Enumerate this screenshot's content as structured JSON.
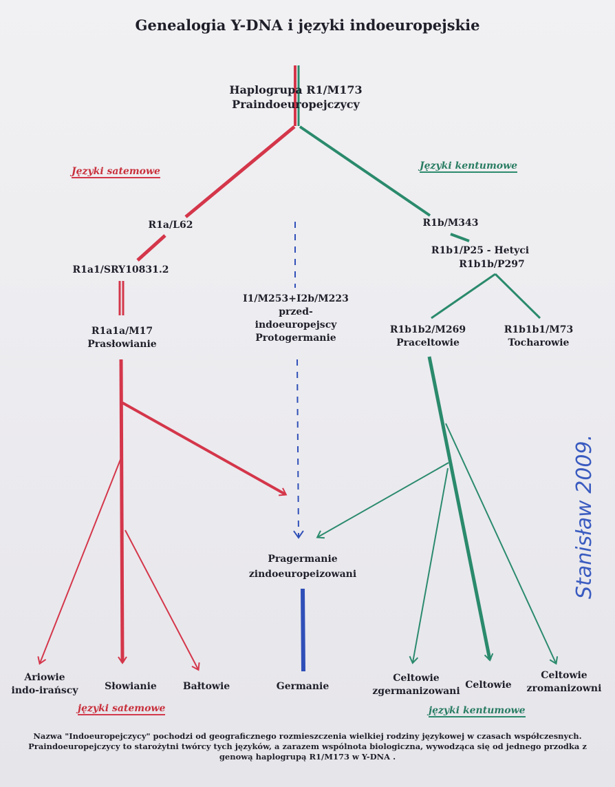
{
  "title": "Genealogia Y-DNA i języki indoeuropejskie",
  "colors": {
    "satem": "#d4364a",
    "kentum": "#2a8a6c",
    "pre": "#2f4fb8",
    "signature": "#3a5bc0"
  },
  "root": {
    "line1": "Haplogrupa   R1/M173",
    "line2": "Praindoeuropejczycy"
  },
  "branches": {
    "satem_label": "Języki satemowe",
    "kentum_label": "Języki kentumowe"
  },
  "nodes": {
    "r1a": "R1a/L62",
    "r1a1": "R1a1/SRY10831.2",
    "r1a1a": {
      "line1": "R1a1a/M17",
      "line2": "Prasłowianie"
    },
    "i1": {
      "line1": "I1/M253+I2b/M223",
      "line2": "przed-",
      "line3": "indoeuropejscy",
      "line4": "Protogermanie"
    },
    "r1b": "R1b/M343",
    "r1b1": {
      "line1": "R1b1/P25 - Hetyci",
      "line2": "R1b1b/P297"
    },
    "r1b1b2": {
      "line1": "R1b1b2/M269",
      "line2": "Praceltowie"
    },
    "r1b1b1": {
      "line1": "R1b1b1/M73",
      "line2": "Tocharowie"
    },
    "pragermanie": {
      "line1": "Pragermanie",
      "line2": "zindoeuropeizowani"
    }
  },
  "leaves": {
    "ariowie": {
      "line1": "Ariowie",
      "line2": "indo-irańscy"
    },
    "slowianie": "Słowianie",
    "baltowie": "Bałtowie",
    "germanie": "Germanie",
    "celtowie_zg": {
      "line1": "Celtowie",
      "line2": "zgermanizowani"
    },
    "celtowie": "Celtowie",
    "celtowie_zr": {
      "line1": "Celtowie",
      "line2": "zromanizowni"
    }
  },
  "bottom_labels": {
    "satem": "języki satemowe",
    "kentum": "języki kentumowe"
  },
  "note": "Nazwa \"Indoeuropejczycy\" pochodzi od geograficznego rozmieszczenia wielkiej rodziny językowej w czasach współczesnych. Praindoeuropejczycy to starożytni twórcy tych języków, a zarazem wspólnota biologiczna, wywodząca się od jednego przodka z genową haplogrupą R1/M173 w Y-DNA .",
  "signature": "Stanisław 2009."
}
